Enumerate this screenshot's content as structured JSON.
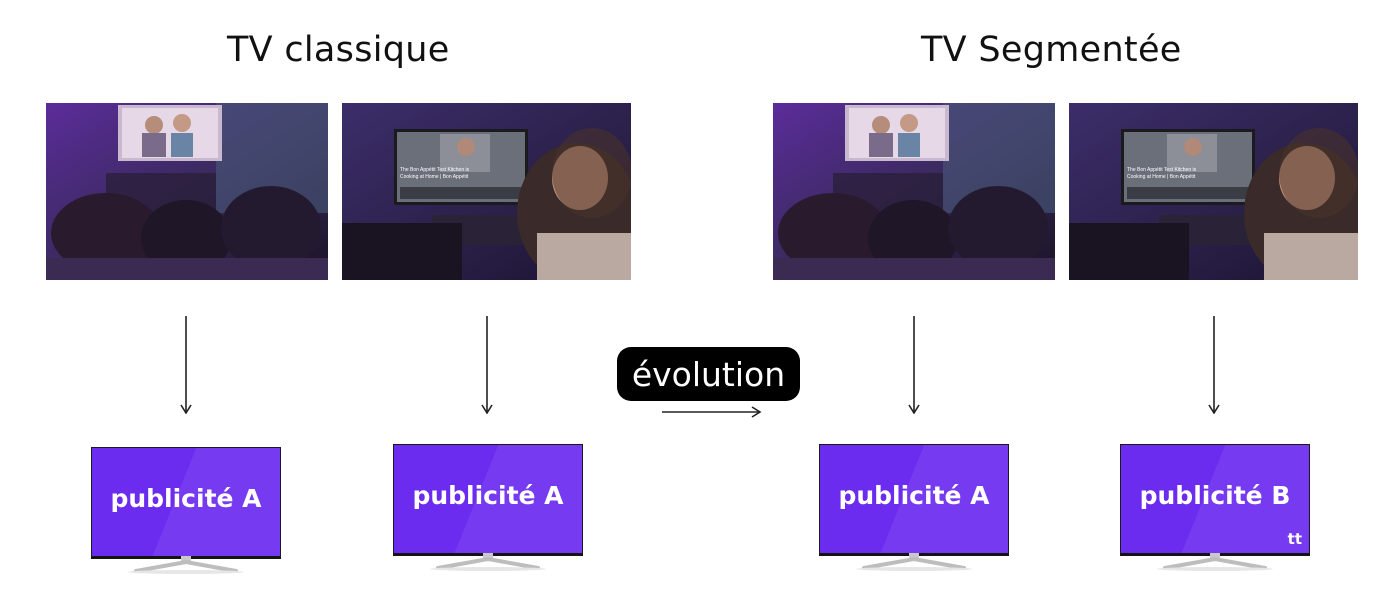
{
  "headings": {
    "left": "TV classique",
    "right": "TV Segmentée"
  },
  "evolution": {
    "label": "évolution"
  },
  "photos": [
    {
      "icon": "living-room-group-watching-tv-photo"
    },
    {
      "icon": "woman-watching-tv-photo"
    },
    {
      "icon": "living-room-group-watching-tv-photo"
    },
    {
      "icon": "woman-watching-tv-photo"
    }
  ],
  "tv_screen_text": {
    "line1": "The Bon Appétit Test Kitchen is",
    "line2": "Cooking at Home | Bon Appétit"
  },
  "tvs": [
    {
      "label": "publicité A"
    },
    {
      "label": "publicité A"
    },
    {
      "label": "publicité A"
    },
    {
      "label": "publicité B",
      "logo": "tt"
    }
  ],
  "colors": {
    "tv_screen": "#6c2cf0",
    "pill_bg": "#000000",
    "text": "#111111"
  }
}
